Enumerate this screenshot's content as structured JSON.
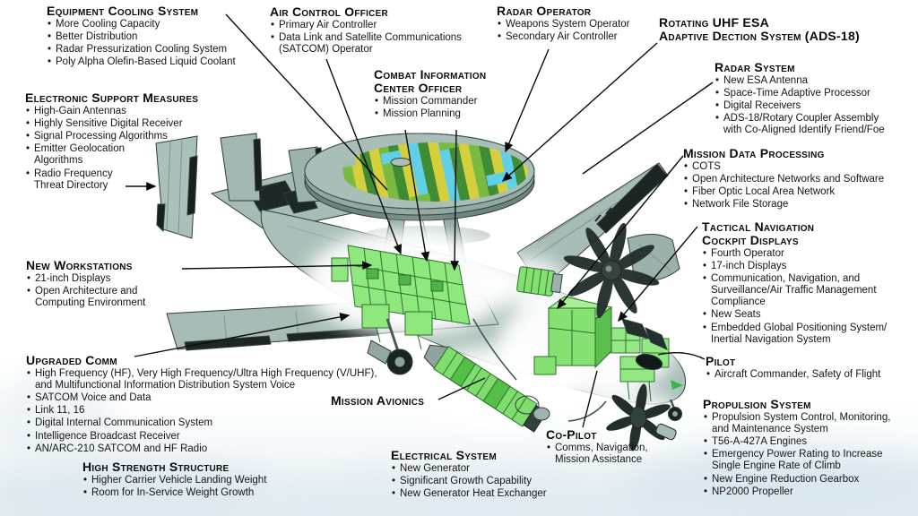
{
  "colors": {
    "airframe_gray_green": "#a9beb9",
    "equipment_green": "#86e173",
    "equipment_green_dark": "#2c6e2a",
    "dome_stripe_yellow": "#d6cf3c",
    "dome_stripe_green": "#3f8c33",
    "dome_stripe_light_green": "#79ba40",
    "dome_stripe_cyan": "#5fd0e8",
    "leader_line": "#0b0b0b"
  },
  "labels": [
    {
      "id": "equipment-cooling-system",
      "title": "Equipment Cooling System",
      "bullets": [
        "More Cooling Capacity",
        "Better Distribution",
        "Radar Pressurization Cooling System",
        "Poly Alpha Olefin-Based Liquid Coolant"
      ]
    },
    {
      "id": "electronic-support-measures",
      "title": "Electronic Support Measures",
      "bullets": [
        "High-Gain Antennas",
        "Highly Sensitive Digital Receiver",
        "Signal Processing Algorithms",
        "Emitter Geolocation\nAlgorithms",
        "Radio Frequency\nThreat Directory"
      ]
    },
    {
      "id": "air-control-officer",
      "title": "Air Control Officer",
      "bullets": [
        "Primary Air Controller",
        "Data Link and Satellite Communications\n(SATCOM) Operator"
      ]
    },
    {
      "id": "combat-information-center-officer",
      "title": "Combat Information\nCenter Officer",
      "bullets": [
        "Mission Commander",
        "Mission Planning"
      ]
    },
    {
      "id": "radar-operator",
      "title": "Radar Operator",
      "bullets": [
        "Weapons System Operator",
        "Secondary Air Controller"
      ]
    },
    {
      "id": "rotating-uhf-esa",
      "title": "Rotating UHF ESA\nAdaptive Dection System (ADS-18)",
      "bullets": []
    },
    {
      "id": "radar-system",
      "title": "Radar System",
      "bullets": [
        "New ESA Antenna",
        "Space-Time Adaptive Processor",
        "Digital Receivers",
        "ADS-18/Rotary Coupler Assembly\nwith Co-Aligned Identify Friend/Foe"
      ]
    },
    {
      "id": "mission-data-processing",
      "title": "Mission Data Processing",
      "bullets": [
        "COTS",
        "Open Architecture Networks and Software",
        "Fiber Optic Local Area Network",
        "Network File Storage"
      ]
    },
    {
      "id": "tactical-navigation-cockpit-displays",
      "title": "Tactical Navigation\nCockpit Displays",
      "bullets": [
        "Fourth Operator",
        "17-inch Displays",
        "Communication, Navigation, and\nSurveillance/Air Traffic Management\nCompliance",
        "New Seats",
        "Embedded Global Positioning System/\nInertial Navigation System"
      ]
    },
    {
      "id": "pilot",
      "title": "Pilot",
      "bullets": [
        "Aircraft Commander, Safety of Flight"
      ]
    },
    {
      "id": "propulsion-system",
      "title": "Propulsion System",
      "bullets": [
        "Propulsion System Control, Monitoring,\nand Maintenance System",
        "T56-A-427A Engines",
        "Emergency Power Rating to Increase\nSingle Engine Rate of Climb",
        "New Engine Reduction Gearbox",
        "NP2000 Propeller"
      ]
    },
    {
      "id": "new-workstations",
      "title": "New Workstations",
      "bullets": [
        "21-inch Displays",
        "Open Architecture and\nComputing Environment"
      ]
    },
    {
      "id": "upgraded-comm",
      "title": "Upgraded Comm",
      "bullets": [
        "High Frequency (HF), Very High Frequency/Ultra High Frequency (V/UHF),\nand Multifunctional Information Distribution System Voice",
        "SATCOM Voice and Data",
        "Link 11, 16",
        "Digital Internal Communication System",
        "Intelligence Broadcast Receiver",
        "AN/ARC-210 SATCOM and HF Radio"
      ]
    },
    {
      "id": "high-strength-structure",
      "title": "High Strength Structure",
      "bullets": [
        "Higher Carrier Vehicle Landing Weight",
        "Room for In-Service Weight Growth"
      ]
    },
    {
      "id": "mission-avionics",
      "title": "Mission Avionics",
      "bullets": []
    },
    {
      "id": "electrical-system",
      "title": "Electrical System",
      "bullets": [
        "New Generator",
        "Significant Growth Capability",
        "New Generator Heat Exchanger"
      ]
    },
    {
      "id": "co-pilot",
      "title": "Co-Pilot",
      "bullets": [
        "Comms, Navigation,\nMission Assistance"
      ]
    }
  ]
}
